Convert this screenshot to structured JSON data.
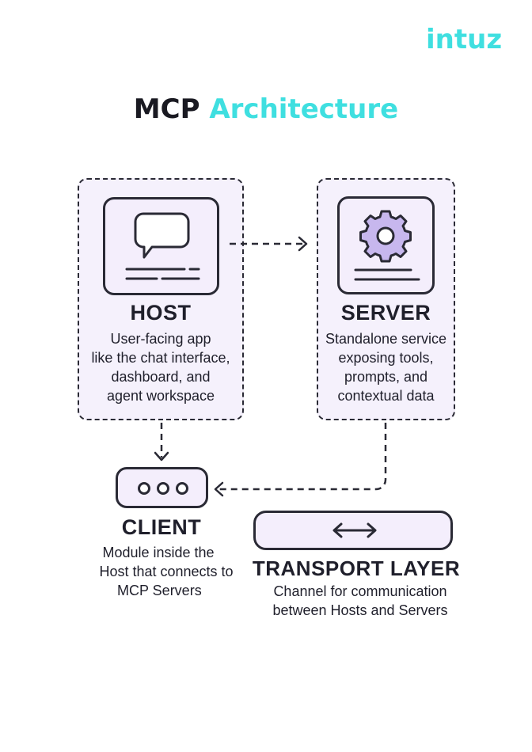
{
  "logo": {
    "text": "intuz",
    "color": "#3fdfe0"
  },
  "title": {
    "part1": "MCP",
    "part2": "Architecture",
    "accent_color": "#3fdfe0",
    "dark_color": "#1a1a22"
  },
  "host": {
    "heading": "HOST",
    "lines": [
      "User-facing app",
      "like the chat interface,",
      "dashboard, and",
      "agent workspace"
    ],
    "icon": "chat-bubble-icon"
  },
  "server": {
    "heading": "SERVER",
    "lines": [
      "Standalone service",
      "exposing tools,",
      "prompts, and",
      "contextual data"
    ],
    "icon": "gear-icon"
  },
  "client": {
    "heading": "CLIENT",
    "lines": [
      "Module inside the",
      "Host that connects to",
      "MCP Servers"
    ],
    "icon": "three-dots-icon"
  },
  "transport": {
    "heading": "TRANSPORT LAYER",
    "lines": [
      "Channel for communication",
      "between Hosts and Servers"
    ],
    "icon": "double-arrow-icon"
  },
  "colors": {
    "panel": "#f5f1fc",
    "gear": "#c7b7ee",
    "stroke": "#2a2a35"
  }
}
